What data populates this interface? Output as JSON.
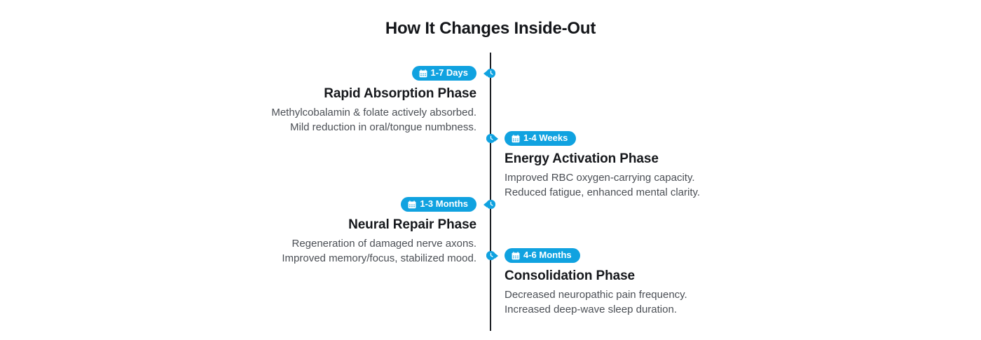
{
  "title": "How It Changes Inside-Out",
  "colors": {
    "accent": "#10a2e0",
    "axis": "#1c1f24",
    "heading": "#16181c",
    "body": "#4b4f55",
    "background": "#ffffff"
  },
  "axis": {
    "icon_marker": "clock-icon",
    "badge_icon": "calendar-icon"
  },
  "timeline": [
    {
      "badge": "1-7 Days",
      "heading": "Rapid Absorption Phase",
      "line1": "Methylcobalamin & folate actively absorbed.",
      "line2": "Mild reduction in oral/tongue numbness.",
      "side": "left"
    },
    {
      "badge": "1-4 Weeks",
      "heading": "Energy Activation Phase",
      "line1": "Improved RBC oxygen-carrying capacity.",
      "line2": "Reduced fatigue, enhanced mental clarity.",
      "side": "right"
    },
    {
      "badge": "1-3 Months",
      "heading": "Neural Repair Phase",
      "line1": "Regeneration of damaged nerve axons.",
      "line2": "Improved memory/focus, stabilized mood.",
      "side": "left"
    },
    {
      "badge": "4-6 Months",
      "heading": "Consolidation Phase",
      "line1": "Decreased neuropathic pain frequency.",
      "line2": "Increased deep-wave sleep duration.",
      "side": "right"
    }
  ]
}
